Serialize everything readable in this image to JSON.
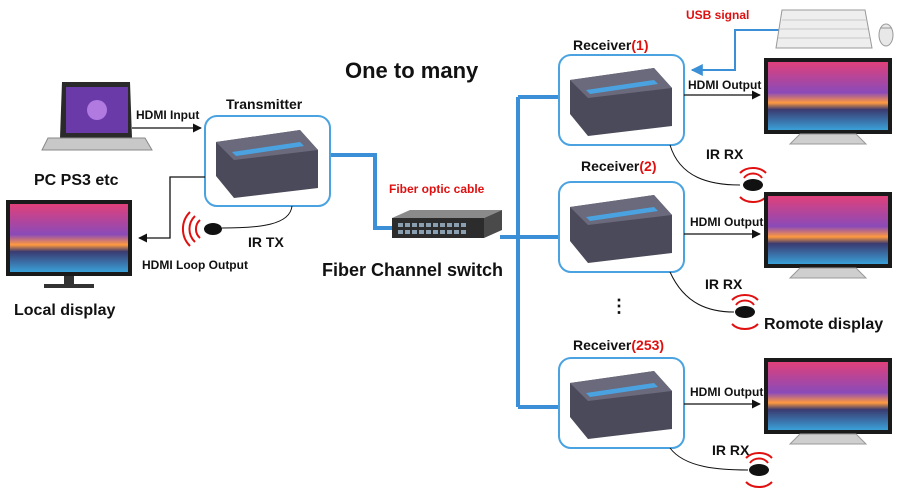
{
  "diagram": {
    "title": "One to many",
    "source": {
      "label": "PC PS3 etc",
      "input_label": "HDMI Input"
    },
    "transmitter": {
      "label": "Transmitter",
      "ir_label": "IR TX"
    },
    "local": {
      "label": "Local display",
      "loop_label": "HDMI Loop Output"
    },
    "cable_label": "Fiber optic cable",
    "switch_label": "Fiber Channel switch",
    "usb_label": "USB signal",
    "ellipsis": "⋮",
    "remote_label": "Romote display",
    "receivers": [
      {
        "name": "Receiver",
        "index": "(1)",
        "output_label": "HDMI Output",
        "ir_label": "IR RX"
      },
      {
        "name": "Receiver",
        "index": "(2)",
        "output_label": "HDMI Output",
        "ir_label": "IR RX"
      },
      {
        "name": "Receiver",
        "index": "(253)",
        "output_label": "HDMI Output",
        "ir_label": "IR RX"
      }
    ],
    "colors": {
      "fiber": "#3a8fd6",
      "box_border": "#4aa3e0",
      "device": "#4a4a5a",
      "accent_red": "#e01010"
    }
  }
}
